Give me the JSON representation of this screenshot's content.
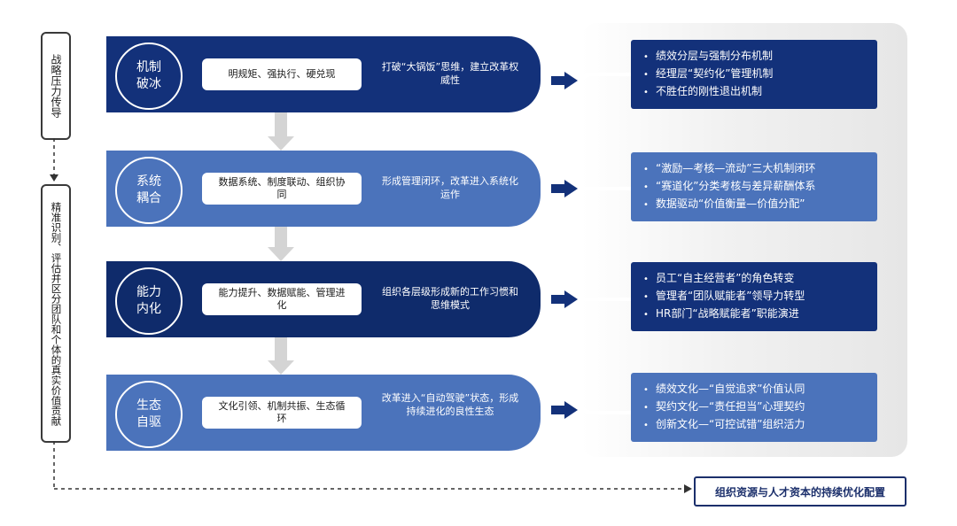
{
  "left_labels": {
    "top": "战略压力传导",
    "bottom": "精准识别、评估并区分团队和个体的真实价值贡献"
  },
  "stages": [
    {
      "circle": "机制破冰",
      "pill": "明规矩、强执行、硬兑现",
      "note": "打破“大锅饭”思维，建立改革权威性",
      "color": "#13317a"
    },
    {
      "circle": "系统耦合",
      "pill": "数据系统、制度联动、组织协同",
      "note": "形成管理闭环，改革进入系统化运作",
      "color": "#4b73bb"
    },
    {
      "circle": "能力内化",
      "pill": "能力提升、数据赋能、管理进化",
      "note": "组织各层级形成新的工作习惯和思维模式",
      "color": "#0f2b6b"
    },
    {
      "circle": "生态自驱",
      "pill": "文化引领、机制共振、生态循环",
      "note": "改革进入“自动驾驶”状态，形成持续进化的良性生态",
      "color": "#4b73bb"
    }
  ],
  "panels": [
    {
      "items": [
        "绩效分层与强制分布机制",
        "经理层“契约化”管理机制",
        "不胜任的刚性退出机制"
      ],
      "color": "#13317a"
    },
    {
      "items": [
        "“激励—考核—流动”三大机制闭环",
        "“赛道化”分类考核与差异薪酬体系",
        "数据驱动“价值衡量—价值分配”"
      ],
      "color": "#4b73bb"
    },
    {
      "items": [
        "员工“自主经营者”的角色转变",
        "管理者“团队赋能者”领导力转型",
        "HR部门“战略赋能者”职能演进"
      ],
      "color": "#13317a"
    },
    {
      "items": [
        "绩效文化—“自觉追求”价值认同",
        "契约文化—“责任担当”心理契约",
        "创新文化—“可控试错”组织活力"
      ],
      "color": "#4b73bb"
    }
  ],
  "bullet": "•",
  "result": "组织资源与人才资本的持续优化配置",
  "colors": {
    "navy": "#13317a",
    "mid_blue": "#4b73bb",
    "arrow_gray": "#d4d4d4",
    "border": "#1b2f6b"
  }
}
